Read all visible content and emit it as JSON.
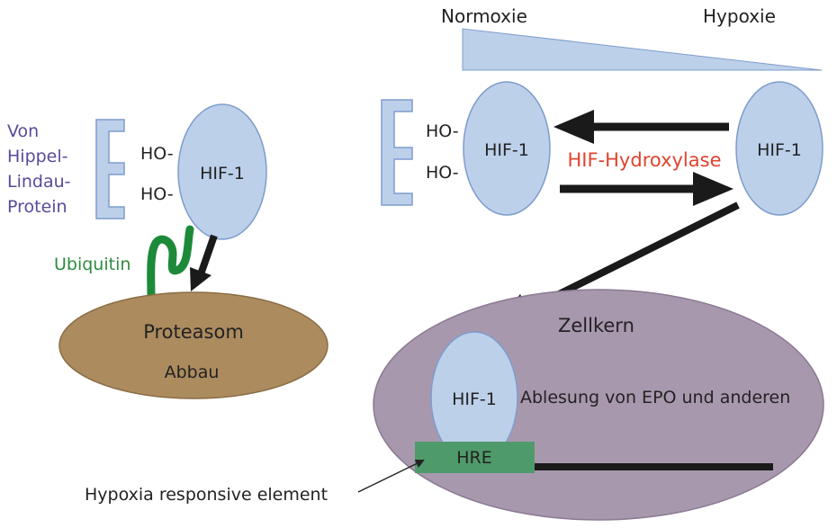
{
  "labels": {
    "normoxie": "Normoxie",
    "hypoxie": "Hypoxie",
    "vhl_protein": [
      "Von",
      "Hippel-",
      "Lindau-",
      "Protein"
    ],
    "ho": "HO-",
    "hif1": "HIF-1",
    "hif_hydroxylase": "HIF-Hydroxylase",
    "ubiquitin": "Ubiquitin",
    "proteasom": "Proteasom",
    "abbau": "Abbau",
    "zellkern": "Zellkern",
    "ablesung": "Ablesung von EPO und anderen",
    "hre": "HRE",
    "hypoxia_responsive_element": "Hypoxia responsive element"
  },
  "colors": {
    "hif_fill": "#bdd0ea",
    "hif_stroke": "#7e9ccc",
    "vhl_fill": "#bdd0ea",
    "vhl_stroke": "#7e9ccc",
    "vhl_text": "#5b4a9a",
    "ubiquitin": "#1d8a3a",
    "ubiquitin_text": "#2e8b3e",
    "proteasom_fill": "#ac8b5f",
    "proteasom_stroke": "#8a6d44",
    "zellkern_fill": "#a898ae",
    "zellkern_stroke": "#8a7a92",
    "hre_fill": "#4f9a6a",
    "hydroxylase_text": "#e0432e",
    "arrow": "#1a1a1a",
    "text": "#222222",
    "wedge_fill": "#bdd0ea"
  }
}
